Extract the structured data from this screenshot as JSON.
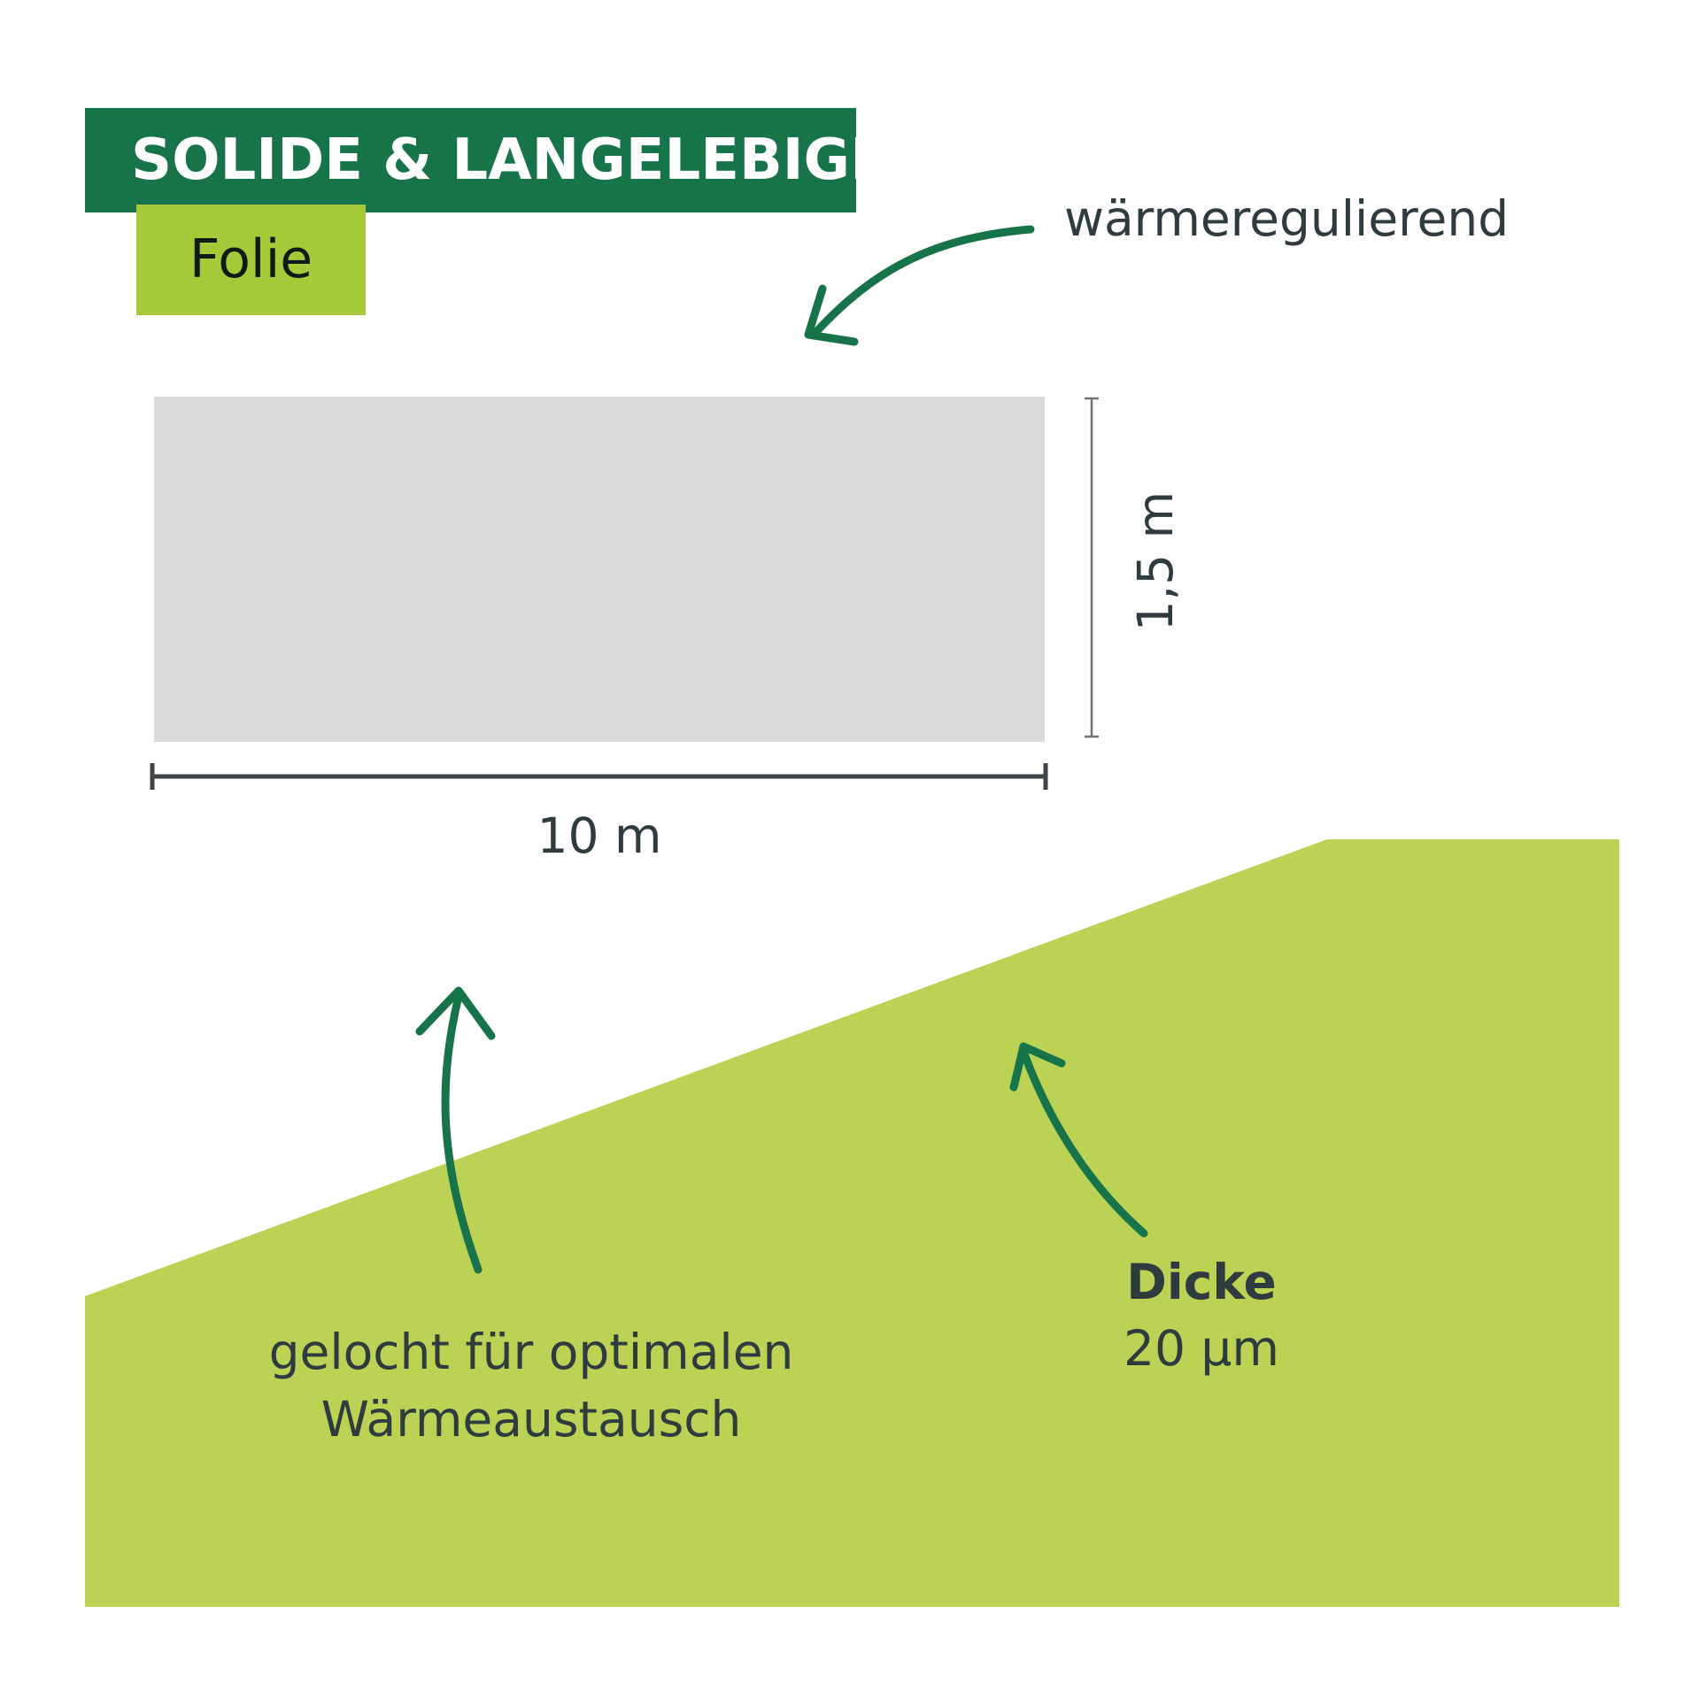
{
  "header": {
    "title": "SOLIDE & LANGELEBIGE",
    "subtitle": "Folie"
  },
  "dimensions": {
    "width_label": "10 m",
    "height_label": "1,5 m"
  },
  "features": {
    "heat_regulating": "wärmeregulierend",
    "perforated_line1": "gelocht für optimalen",
    "perforated_line2": "Wärmeaustausch",
    "thickness_title": "Dicke",
    "thickness_value": "20 µm"
  },
  "colors": {
    "dark_green": "#17734a",
    "light_green": "#a6c93a",
    "slope_green": "#bbd255",
    "foil_gray": "#dadada",
    "text": "#2e3b3f"
  },
  "icons": [
    "curved-arrow-icon",
    "curved-arrow-icon",
    "curved-arrow-icon"
  ]
}
